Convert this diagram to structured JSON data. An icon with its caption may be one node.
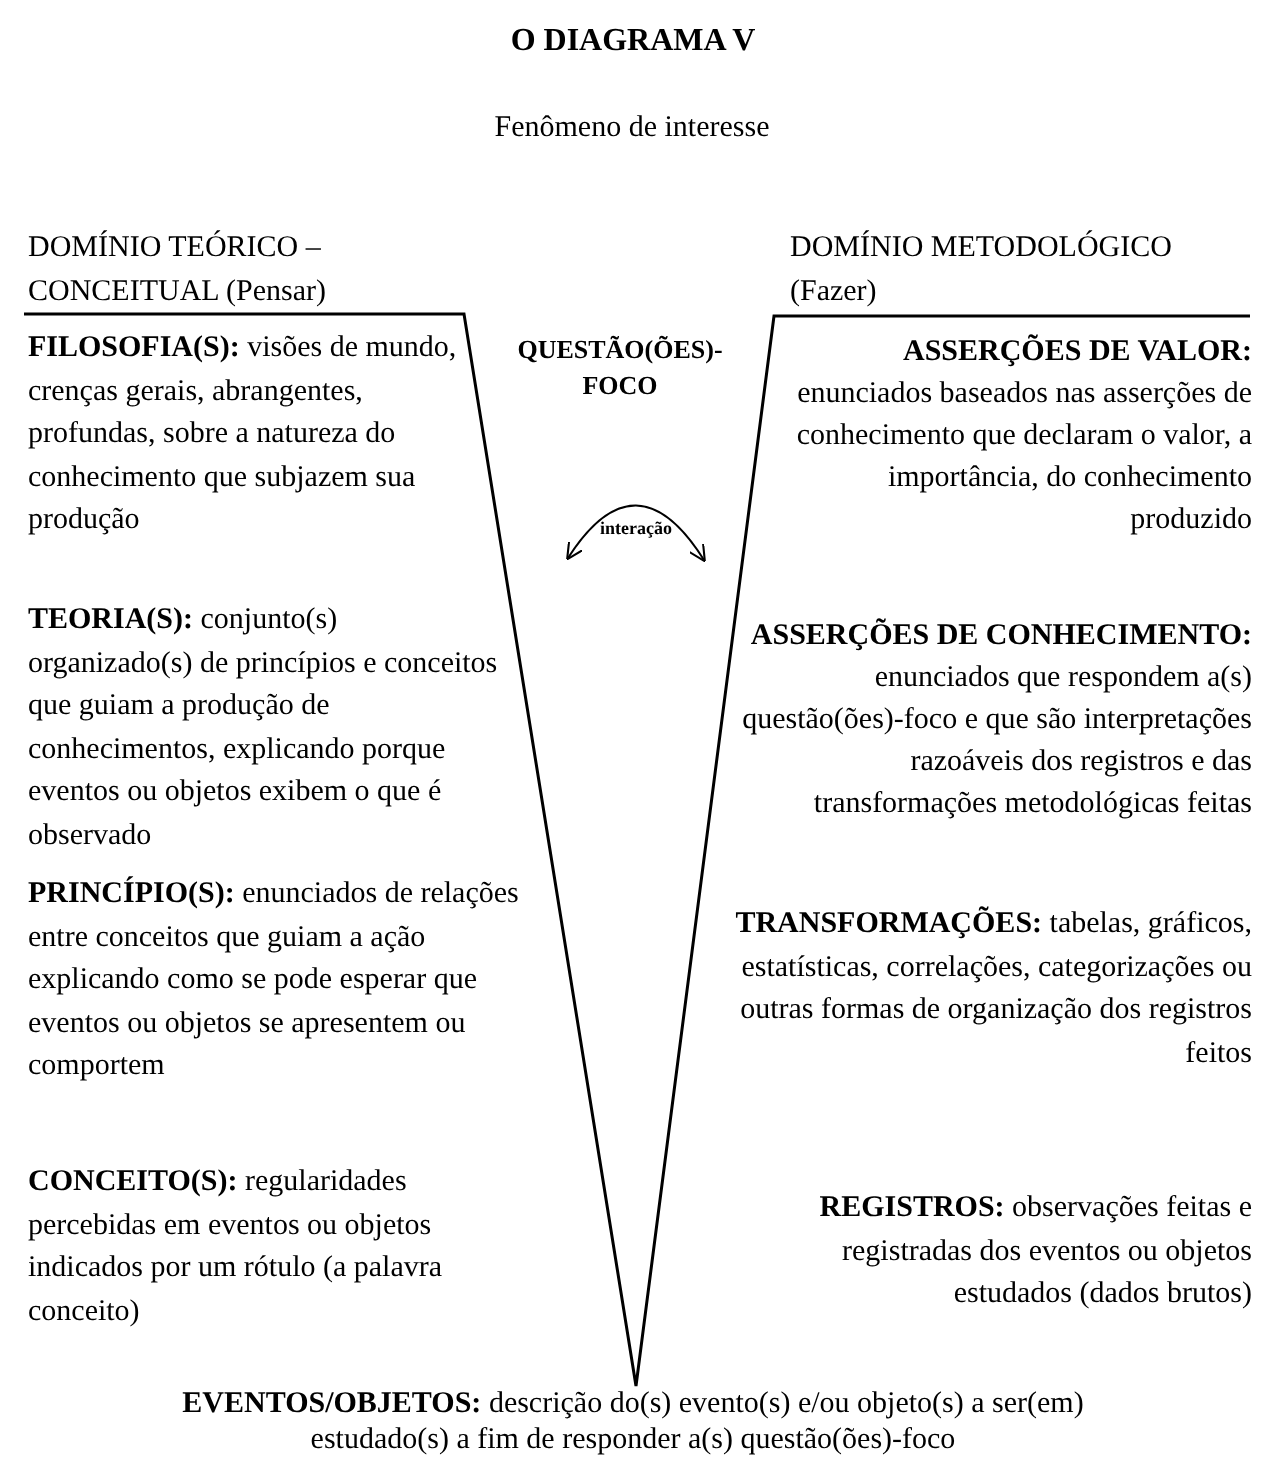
{
  "diagram": {
    "title": "O DIAGRAMA V",
    "labels": [
      "Fenômeno de interesse",
      "DOMÍNIO TEÓRICO – CONCEITUAL (Pensar)",
      "DOMÍNIO METODOLÓGICO (Fazer)",
      "**FILOSOFIA(S):** visões de mundo, crenças gerais, abrangentes, profundas, sobre a natureza do conhecimento que subjazem sua produção",
      "QUESTÃO(ÕES)-FOCO",
      "**ASSERÇÕES DE VALOR:** enunciados baseados nas asserções de conhecimento que declaram o valor, a importância, do conhecimento produzido",
      "interação",
      "**TEORIA(S):** conjunto(s) organizado(s) de princípios e conceitos que guiam a produção de conhecimentos, explicando porque eventos ou objetos exibem o que é observado",
      "**ASSERÇÕES DE CONHECIMENTO:** enunciados que respondem a(s) questão(ões)-foco e que são interpretações razoáveis dos registros e das transformações metodológicas feitas",
      "**PRINCÍPIO(S):** enunciados de relações entre conceitos que guiam a ação explicando como se pode esperar que eventos ou objetos se apresentem ou comportem",
      "**TRANSFORMAÇÕES:** tabelas, gráficos, estatísticas, correlações, categorizações ou outras formas de organização dos registros feitos",
      "**CONCEITO(S):** regularidades percebidas em eventos ou objetos indicados por um rótulo (a palavra conceito)",
      "**REGISTROS:** observações feitas e registradas dos eventos ou objetos estudados (dados brutos)",
      "**EVENTOS/OBJETOS:** descrição do(s) evento(s) e/ou objeto(s) a ser(em) estudado(s) a fim de responder a(s) questão(ões)-foco"
    ]
  }
}
